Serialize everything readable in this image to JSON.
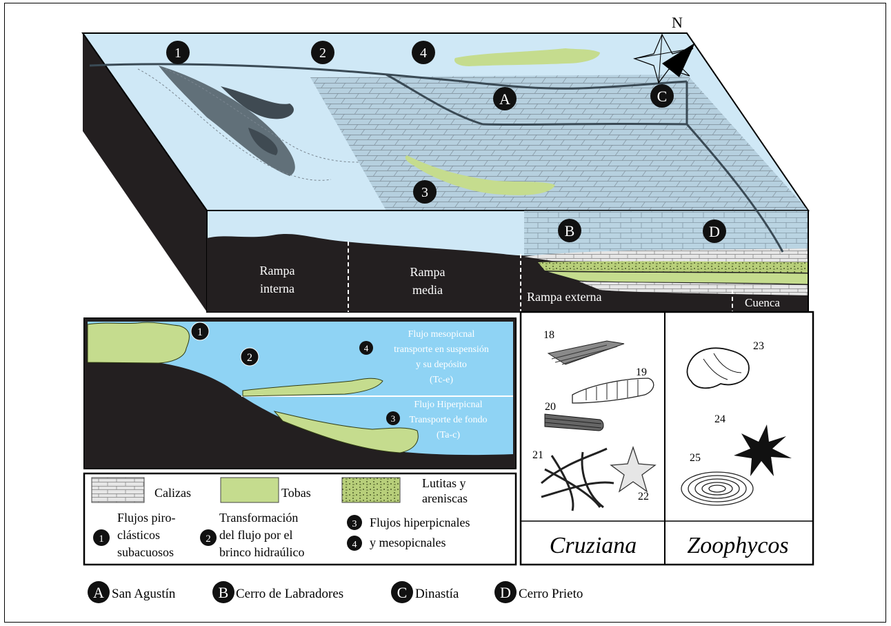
{
  "compass": {
    "north_label": "N"
  },
  "block_markers": {
    "m1": "1",
    "m2": "2",
    "m3": "3",
    "m4": "4",
    "A": "A",
    "B": "B",
    "C": "C",
    "D": "D"
  },
  "ramp_zones": {
    "interna_line1": "Rampa",
    "interna_line2": "interna",
    "media_line1": "Rampa",
    "media_line2": "media",
    "externa": "Rampa externa",
    "cuenca": "Cuenca"
  },
  "profile": {
    "marker1": "1",
    "marker2": "2",
    "marker3": "3",
    "marker4": "4",
    "meso_line1": "Flujo mesopicnal",
    "meso_line2": "transporte en suspensión",
    "meso_line3": "y su depósito",
    "meso_line4": "(Tc-e)",
    "hyper_line1": "Flujo Hiperpicnal",
    "hyper_line2": "Transporte de fondo",
    "hyper_line3": "(Ta-c)"
  },
  "legend": {
    "calizas": "Calizas",
    "tobas": "Tobas",
    "lutitas_line1": "Lutitas y",
    "lutitas_line2": "areniscas",
    "item1_num": "1",
    "item1_line1": "Flujos piro-",
    "item1_line2": "clásticos",
    "item1_line3": "subacuosos",
    "item2_num": "2",
    "item2_line1": "Transformación",
    "item2_line2": "del flujo por el",
    "item2_line3": "brinco hidraúlico",
    "item3_num": "3",
    "item3_line1": "Flujos hiperpicnales",
    "item4_num": "4",
    "item4_line1": "y mesopicnales"
  },
  "ichnofacies": {
    "cruziana_title": "Cruziana",
    "zoophycos_title": "Zoophycos",
    "n18": "18",
    "n19": "19",
    "n20": "20",
    "n21": "21",
    "n22": "22",
    "n23": "23",
    "n24": "24",
    "n25": "25"
  },
  "localities": [
    {
      "letter": "A",
      "name": "San Agustín"
    },
    {
      "letter": "B",
      "name": "Cerro de Labradores"
    },
    {
      "letter": "C",
      "name": "Dinastía"
    },
    {
      "letter": "D",
      "name": "Cerro Prieto"
    }
  ],
  "colors": {
    "water": "#cfe8f6",
    "water_profile": "#8fd3f4",
    "tuff": "#c5dc8e",
    "rock": "#231f20",
    "limestone": "#dcdcdc"
  }
}
